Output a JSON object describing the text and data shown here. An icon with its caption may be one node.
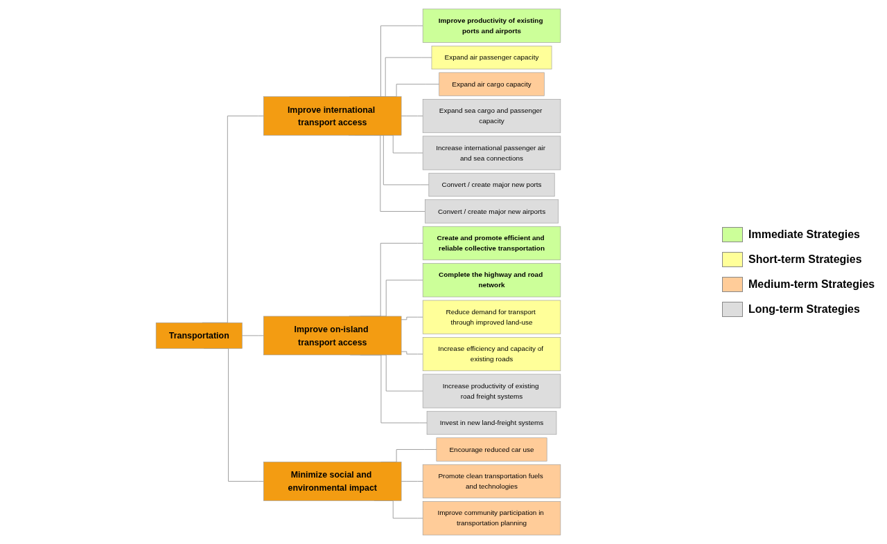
{
  "diagram": {
    "nodes": [
      {
        "text": [
          "Transportation"
        ]
      },
      {
        "text": [
          "Improve international transport access"
        ]
      },
      {
        "text": [
          "Improve productivity of existing ports and airports"
        ]
      },
      {
        "text": [
          "Expand air passenger capacity"
        ]
      },
      {
        "text": [
          "Expand air cargo capacity"
        ]
      },
      {
        "text": [
          "Expand sea cargo and passenger capacity"
        ]
      },
      {
        "text": [
          "Increase international passenger air and sea connections"
        ]
      },
      {
        "text": [
          "Convert / create major new ports"
        ]
      },
      {
        "text": [
          "Convert / create major new airports"
        ]
      },
      {
        "text": [
          "Improve on-island transport access"
        ]
      },
      {
        "text": [
          "Create and promote efficient and reliable collective transportation"
        ]
      },
      {
        "text": [
          "Complete the highway and road network"
        ]
      },
      {
        "text": [
          "Reduce demand for transport through improved land-use"
        ]
      },
      {
        "text": [
          "Increase efficiency and capacity of existing roads"
        ]
      },
      {
        "text": [
          "Increase productivity of existing road freight systems"
        ]
      },
      {
        "text": [
          "Invest in new land-freight systems"
        ]
      },
      {
        "text": [
          "Minimize social and environmental impact"
        ]
      },
      {
        "text": [
          "Encourage reduced car use"
        ]
      },
      {
        "text": [
          "Promote clean transportation fuels and technologies"
        ]
      },
      {
        "text": [
          "Improve community participation in transportation planning"
        ]
      }
    ],
    "edges": [
      {
        "from": 0,
        "to": 1,
        "arrow": "none"
      },
      {
        "from": 0,
        "to": 9,
        "arrow": "none"
      },
      {
        "from": 0,
        "to": 16,
        "arrow": "none"
      },
      {
        "from": 1,
        "to": 2,
        "arrow": "none"
      },
      {
        "from": 1,
        "to": 3,
        "arrow": "none"
      },
      {
        "from": 1,
        "to": 4,
        "arrow": "none"
      },
      {
        "from": 1,
        "to": 5,
        "arrow": "none"
      },
      {
        "from": 1,
        "to": 6,
        "arrow": "none"
      },
      {
        "from": 1,
        "to": 7,
        "arrow": "none"
      },
      {
        "from": 1,
        "to": 8,
        "arrow": "none"
      },
      {
        "from": 9,
        "to": 10,
        "arrow": "none"
      },
      {
        "from": 9,
        "to": 11,
        "arrow": "none"
      },
      {
        "from": 9,
        "to": 12,
        "arrow": "none"
      },
      {
        "from": 9,
        "to": 13,
        "arrow": "none"
      },
      {
        "from": 9,
        "to": 14,
        "arrow": "none"
      },
      {
        "from": 9,
        "to": 15,
        "arrow": "none"
      },
      {
        "from": 16,
        "to": 17,
        "arrow": "none"
      },
      {
        "from": 16,
        "to": 18,
        "arrow": "none"
      },
      {
        "from": 16,
        "to": 19,
        "arrow": "none"
      }
    ],
    "legend": [
      {
        "text": "Immediate Strategies",
        "color": "#ccff99"
      },
      {
        "text": "Short-term Strategies",
        "color": "#ffff99"
      },
      {
        "text": "Medium-term Strategies",
        "color": "#ffcc99"
      },
      {
        "text": "Long-term Strategies",
        "color": "#dddddd"
      }
    ]
  }
}
